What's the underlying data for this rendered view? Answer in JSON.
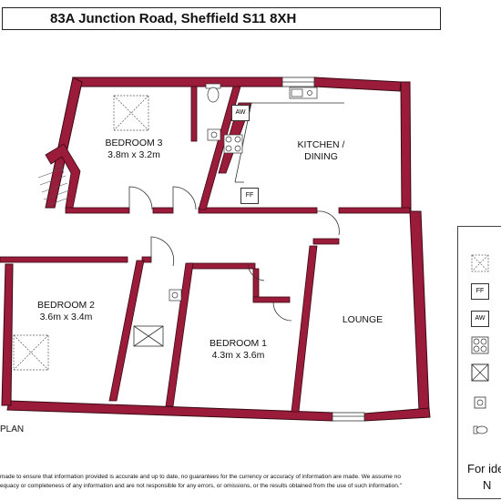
{
  "title": "83A Junction Road, Sheffield S11 8XH",
  "rooms": {
    "bedroom3": {
      "name": "BEDROOM 3",
      "size": "3.8m x 3.2m"
    },
    "kitchen": {
      "name_line1": "KITCHEN /",
      "name_line2": "DINING"
    },
    "bedroom2": {
      "name": "BEDROOM 2",
      "size": "3.6m x 3.4m"
    },
    "bedroom1": {
      "name": "BEDROOM 1",
      "size": "4.3m x 3.6m"
    },
    "lounge": {
      "name": "LOUNGE"
    }
  },
  "fixtures": {
    "aw": "AW",
    "ff": "FF"
  },
  "plan_label": "PLAN",
  "disclaimer_line1": "made to ensure that information provided is accurate and up to date, no guarantees for the currency or accuracy of information are made. We assume no",
  "disclaimer_line2": "equacy or completeness of any information and are not responsible for any errors, or omissions, or the results obtained from the use of such information.\"",
  "legend": {
    "items": [
      "skylight-icon",
      "fridge-freezer-icon",
      "washing-machine-icon",
      "hob-icon",
      "shower-icon",
      "sink-icon",
      "toilet-icon"
    ],
    "ff": "FF",
    "aw": "AW",
    "footer_line1": "For ide",
    "footer_line2": "N"
  },
  "colors": {
    "wall": "#9b1b3a",
    "wall_outline": "#3a0a14"
  }
}
